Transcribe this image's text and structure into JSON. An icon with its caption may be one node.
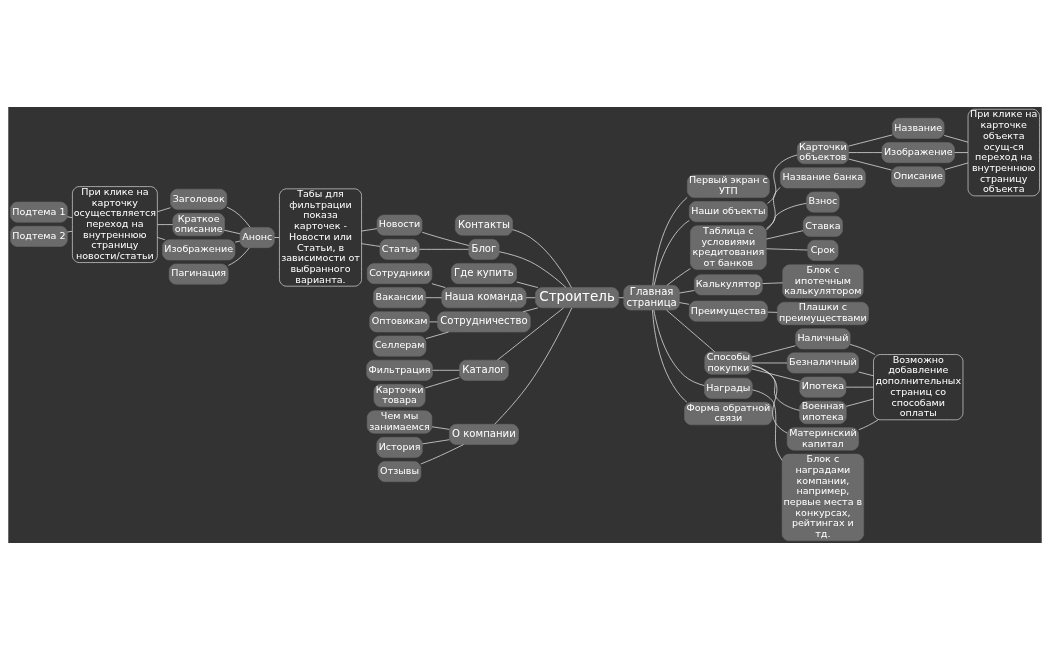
{
  "diagram": {
    "nodes": [
      {
        "text": [
          "Строитель"
        ]
      },
      {
        "text": [
          "Контакты"
        ]
      },
      {
        "text": [
          "Блог"
        ]
      },
      {
        "text": [
          "Новости"
        ]
      },
      {
        "text": [
          "Статьи"
        ]
      },
      {
        "text": [
          "Табы для фильтрации показа карточек - Новости или Статьи, в зависимости от выбранного варианта."
        ]
      },
      {
        "text": [
          "Анонс"
        ]
      },
      {
        "text": [
          "Заголовок"
        ]
      },
      {
        "text": [
          "Краткое описание"
        ]
      },
      {
        "text": [
          "Изображение"
        ]
      },
      {
        "text": [
          "Пагинация"
        ]
      },
      {
        "text": [
          "При клике на карточку осуществляется переход на внутреннюю страницу новости/статьи"
        ]
      },
      {
        "text": [
          "Подтема 1"
        ]
      },
      {
        "text": [
          "Подтема 2"
        ]
      },
      {
        "text": [
          "Где купить"
        ]
      },
      {
        "text": [
          "Наша команда"
        ]
      },
      {
        "text": [
          "Сотрудники"
        ]
      },
      {
        "text": [
          "Вакансии"
        ]
      },
      {
        "text": [
          "Сотрудничество"
        ]
      },
      {
        "text": [
          "Оптовикам"
        ]
      },
      {
        "text": [
          "Селлерам"
        ]
      },
      {
        "text": [
          "Каталог"
        ]
      },
      {
        "text": [
          "Фильтрация"
        ]
      },
      {
        "text": [
          "Карточки товара"
        ]
      },
      {
        "text": [
          "О компании"
        ]
      },
      {
        "text": [
          "Чем мы занимаемся"
        ]
      },
      {
        "text": [
          "История"
        ]
      },
      {
        "text": [
          "Отзывы"
        ]
      },
      {
        "text": [
          "Главная страница"
        ]
      },
      {
        "text": [
          "Первый экран с УТП"
        ]
      },
      {
        "text": [
          "Наши объекты"
        ]
      },
      {
        "text": [
          "Карточки объектов"
        ]
      },
      {
        "text": [
          "Название"
        ]
      },
      {
        "text": [
          "Изображение"
        ]
      },
      {
        "text": [
          "Описание"
        ]
      },
      {
        "text": [
          "При клике на карточке объекта осущ-ся переход на внутреннюю страницу объекта"
        ]
      },
      {
        "text": [
          "Таблица с условиями кредитования от банков"
        ]
      },
      {
        "text": [
          "Название банка"
        ]
      },
      {
        "text": [
          "Взнос"
        ]
      },
      {
        "text": [
          "Ставка"
        ]
      },
      {
        "text": [
          "Срок"
        ]
      },
      {
        "text": [
          "Калькулятор"
        ]
      },
      {
        "text": [
          "Блок с ипотечным калькулятором"
        ]
      },
      {
        "text": [
          "Преимущества"
        ]
      },
      {
        "text": [
          "Плашки с преимуществами"
        ]
      },
      {
        "text": [
          "Способы покупки"
        ]
      },
      {
        "text": [
          "Наличный"
        ]
      },
      {
        "text": [
          "Безналичный"
        ]
      },
      {
        "text": [
          "Ипотека"
        ]
      },
      {
        "text": [
          "Военная ипотека"
        ]
      },
      {
        "text": [
          "Материнский капитал"
        ]
      },
      {
        "text": [
          "Возможно добавление дополнительных страниц со способами оплаты"
        ]
      },
      {
        "text": [
          "Награды"
        ]
      },
      {
        "text": [
          "Блок с наградами компании, например, первые места в конкурсах, рейтингах и тд."
        ]
      },
      {
        "text": [
          "Форма обратной связи"
        ]
      }
    ],
    "edges": [
      {
        "from": 0,
        "to": 1,
        "arrow": "none"
      },
      {
        "from": 0,
        "to": 2,
        "arrow": "none"
      },
      {
        "from": 2,
        "to": 3,
        "arrow": "none"
      },
      {
        "from": 2,
        "to": 4,
        "arrow": "none"
      },
      {
        "from": 3,
        "to": 5,
        "arrow": "none"
      },
      {
        "from": 4,
        "to": 5,
        "arrow": "none"
      },
      {
        "from": 5,
        "to": 6,
        "arrow": "none"
      },
      {
        "from": 6,
        "to": 7,
        "arrow": "none"
      },
      {
        "from": 6,
        "to": 8,
        "arrow": "none"
      },
      {
        "from": 6,
        "to": 9,
        "arrow": "none"
      },
      {
        "from": 6,
        "to": 10,
        "arrow": "none"
      },
      {
        "from": 7,
        "to": 11,
        "arrow": "none"
      },
      {
        "from": 8,
        "to": 11,
        "arrow": "none"
      },
      {
        "from": 9,
        "to": 11,
        "arrow": "none"
      },
      {
        "from": 11,
        "to": 12,
        "arrow": "none"
      },
      {
        "from": 11,
        "to": 13,
        "arrow": "none"
      },
      {
        "from": 0,
        "to": 14,
        "arrow": "none"
      },
      {
        "from": 0,
        "to": 15,
        "arrow": "none"
      },
      {
        "from": 15,
        "to": 16,
        "arrow": "none"
      },
      {
        "from": 15,
        "to": 17,
        "arrow": "none"
      },
      {
        "from": 0,
        "to": 18,
        "arrow": "none"
      },
      {
        "from": 18,
        "to": 19,
        "arrow": "none"
      },
      {
        "from": 18,
        "to": 20,
        "arrow": "none"
      },
      {
        "from": 0,
        "to": 21,
        "arrow": "none"
      },
      {
        "from": 21,
        "to": 22,
        "arrow": "none"
      },
      {
        "from": 21,
        "to": 23,
        "arrow": "none"
      },
      {
        "from": 0,
        "to": 24,
        "arrow": "none"
      },
      {
        "from": 24,
        "to": 25,
        "arrow": "none"
      },
      {
        "from": 24,
        "to": 26,
        "arrow": "none"
      },
      {
        "from": 24,
        "to": 27,
        "arrow": "none"
      },
      {
        "from": 0,
        "to": 28,
        "arrow": "none"
      },
      {
        "from": 28,
        "to": 29,
        "arrow": "none"
      },
      {
        "from": 28,
        "to": 30,
        "arrow": "none"
      },
      {
        "from": 30,
        "to": 31,
        "arrow": "none"
      },
      {
        "from": 31,
        "to": 32,
        "arrow": "none"
      },
      {
        "from": 31,
        "to": 33,
        "arrow": "none"
      },
      {
        "from": 31,
        "to": 34,
        "arrow": "none"
      },
      {
        "from": 32,
        "to": 35,
        "arrow": "none"
      },
      {
        "from": 33,
        "to": 35,
        "arrow": "none"
      },
      {
        "from": 34,
        "to": 35,
        "arrow": "none"
      },
      {
        "from": 28,
        "to": 36,
        "arrow": "none"
      },
      {
        "from": 36,
        "to": 37,
        "arrow": "none"
      },
      {
        "from": 36,
        "to": 38,
        "arrow": "none"
      },
      {
        "from": 36,
        "to": 39,
        "arrow": "none"
      },
      {
        "from": 36,
        "to": 40,
        "arrow": "none"
      },
      {
        "from": 28,
        "to": 41,
        "arrow": "none"
      },
      {
        "from": 41,
        "to": 42,
        "arrow": "none"
      },
      {
        "from": 28,
        "to": 43,
        "arrow": "none"
      },
      {
        "from": 43,
        "to": 44,
        "arrow": "none"
      },
      {
        "from": 28,
        "to": 45,
        "arrow": "none"
      },
      {
        "from": 45,
        "to": 46,
        "arrow": "none"
      },
      {
        "from": 45,
        "to": 47,
        "arrow": "none"
      },
      {
        "from": 45,
        "to": 48,
        "arrow": "none"
      },
      {
        "from": 45,
        "to": 49,
        "arrow": "none"
      },
      {
        "from": 45,
        "to": 50,
        "arrow": "none"
      },
      {
        "from": 46,
        "to": 51,
        "arrow": "none"
      },
      {
        "from": 47,
        "to": 51,
        "arrow": "none"
      },
      {
        "from": 48,
        "to": 51,
        "arrow": "none"
      },
      {
        "from": 49,
        "to": 51,
        "arrow": "none"
      },
      {
        "from": 50,
        "to": 51,
        "arrow": "none"
      },
      {
        "from": 28,
        "to": 52,
        "arrow": "none"
      },
      {
        "from": 52,
        "to": 53,
        "arrow": "none"
      },
      {
        "from": 28,
        "to": 54,
        "arrow": "none"
      }
    ]
  }
}
